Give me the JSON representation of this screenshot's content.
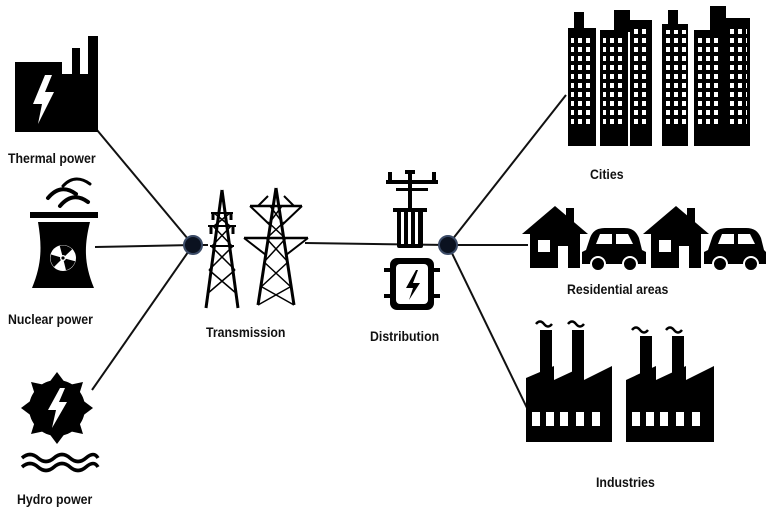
{
  "labels": {
    "thermal": "Thermal power",
    "nuclear": "Nuclear power",
    "hydro": "Hydro power",
    "transmission": "Transmission",
    "distribution": "Distribution",
    "cities": "Cities",
    "residential": "Residential areas",
    "industries": "Industries"
  },
  "colors": {
    "icon": "#000000",
    "line": "#111111",
    "node": "#0b1220",
    "node_stroke": "#3a4a66"
  },
  "icons": {
    "thermal": "power-plant-icon",
    "nuclear": "nuclear-plant-icon",
    "hydro": "hydro-turbine-icon",
    "transmission": "transmission-tower-icon",
    "distribution": "transformer-icon",
    "cities": "city-buildings-icon",
    "residential": "houses-cars-icon",
    "industries": "factory-icon"
  }
}
